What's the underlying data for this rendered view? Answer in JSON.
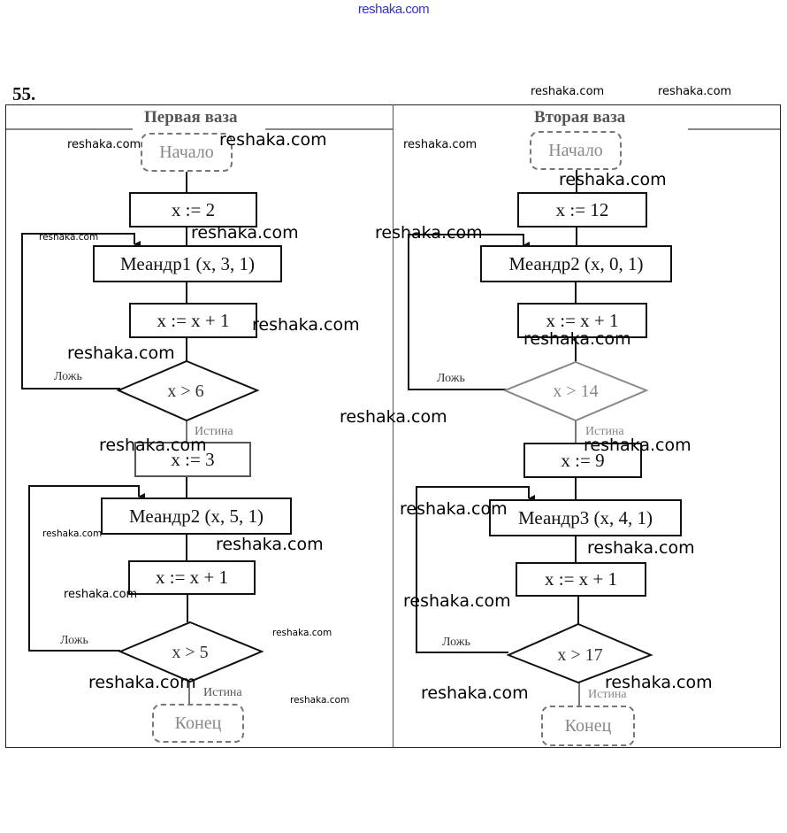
{
  "header": {
    "site": "reshaka.com"
  },
  "task": {
    "number": "55."
  },
  "columns": [
    {
      "title": "Первая ваза",
      "start": "Начало",
      "init": "x := 2",
      "loop1": {
        "call": "Меандр1 (x, 3, 1)",
        "increment": "x := x + 1",
        "condition": "x > 6"
      },
      "mid": "x := 3",
      "loop2": {
        "call": "Меандр2 (x, 5, 1)",
        "increment": "x := x + 1",
        "condition": "x > 5"
      },
      "end": "Конец"
    },
    {
      "title": "Вторая ваза",
      "start": "Начало",
      "init": "x := 12",
      "loop1": {
        "call": "Меандр2 (x, 0, 1)",
        "increment": "x := x + 1",
        "condition": "x > 14"
      },
      "mid": "x := 9",
      "loop2": {
        "call": "Меандр3 (x, 4, 1)",
        "increment": "x := x + 1",
        "condition": "x > 17"
      },
      "end": "Конец"
    }
  ],
  "labels": {
    "false": "Ложь",
    "true": "Истина"
  },
  "watermark": "reshaka.com"
}
